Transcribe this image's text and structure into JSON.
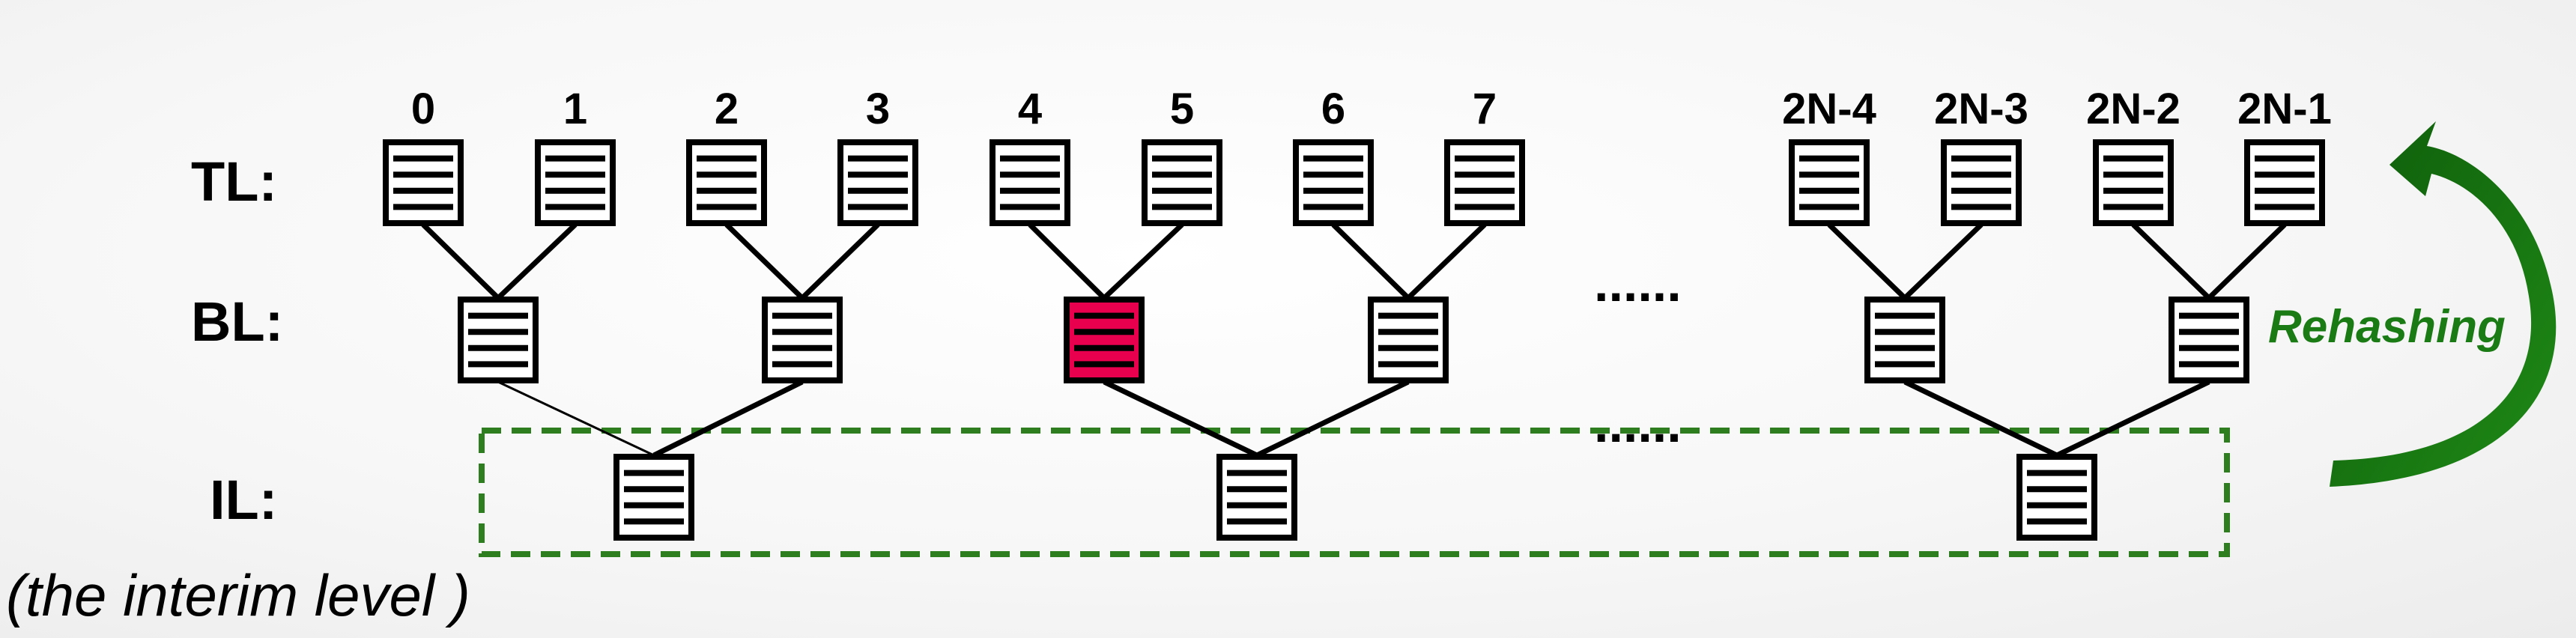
{
  "levels": {
    "tl": "TL:",
    "bl": "BL:",
    "il": "IL:"
  },
  "top_indices": [
    "0",
    "1",
    "2",
    "3",
    "4",
    "5",
    "6",
    "7",
    "2N-4",
    "2N-3",
    "2N-2",
    "2N-1"
  ],
  "ellipsis": "......",
  "il_note": "(the interim level )",
  "rehashing_label": "Rehashing",
  "highlighted_bl_bucket": 3,
  "colors": {
    "highlight": "#e8004f",
    "rehash_green": "#1a7a14",
    "dashed_box": "#2e7d1f",
    "stroke": "#000000"
  },
  "icons": [
    "bucket-icon",
    "curved-arrow-icon"
  ]
}
